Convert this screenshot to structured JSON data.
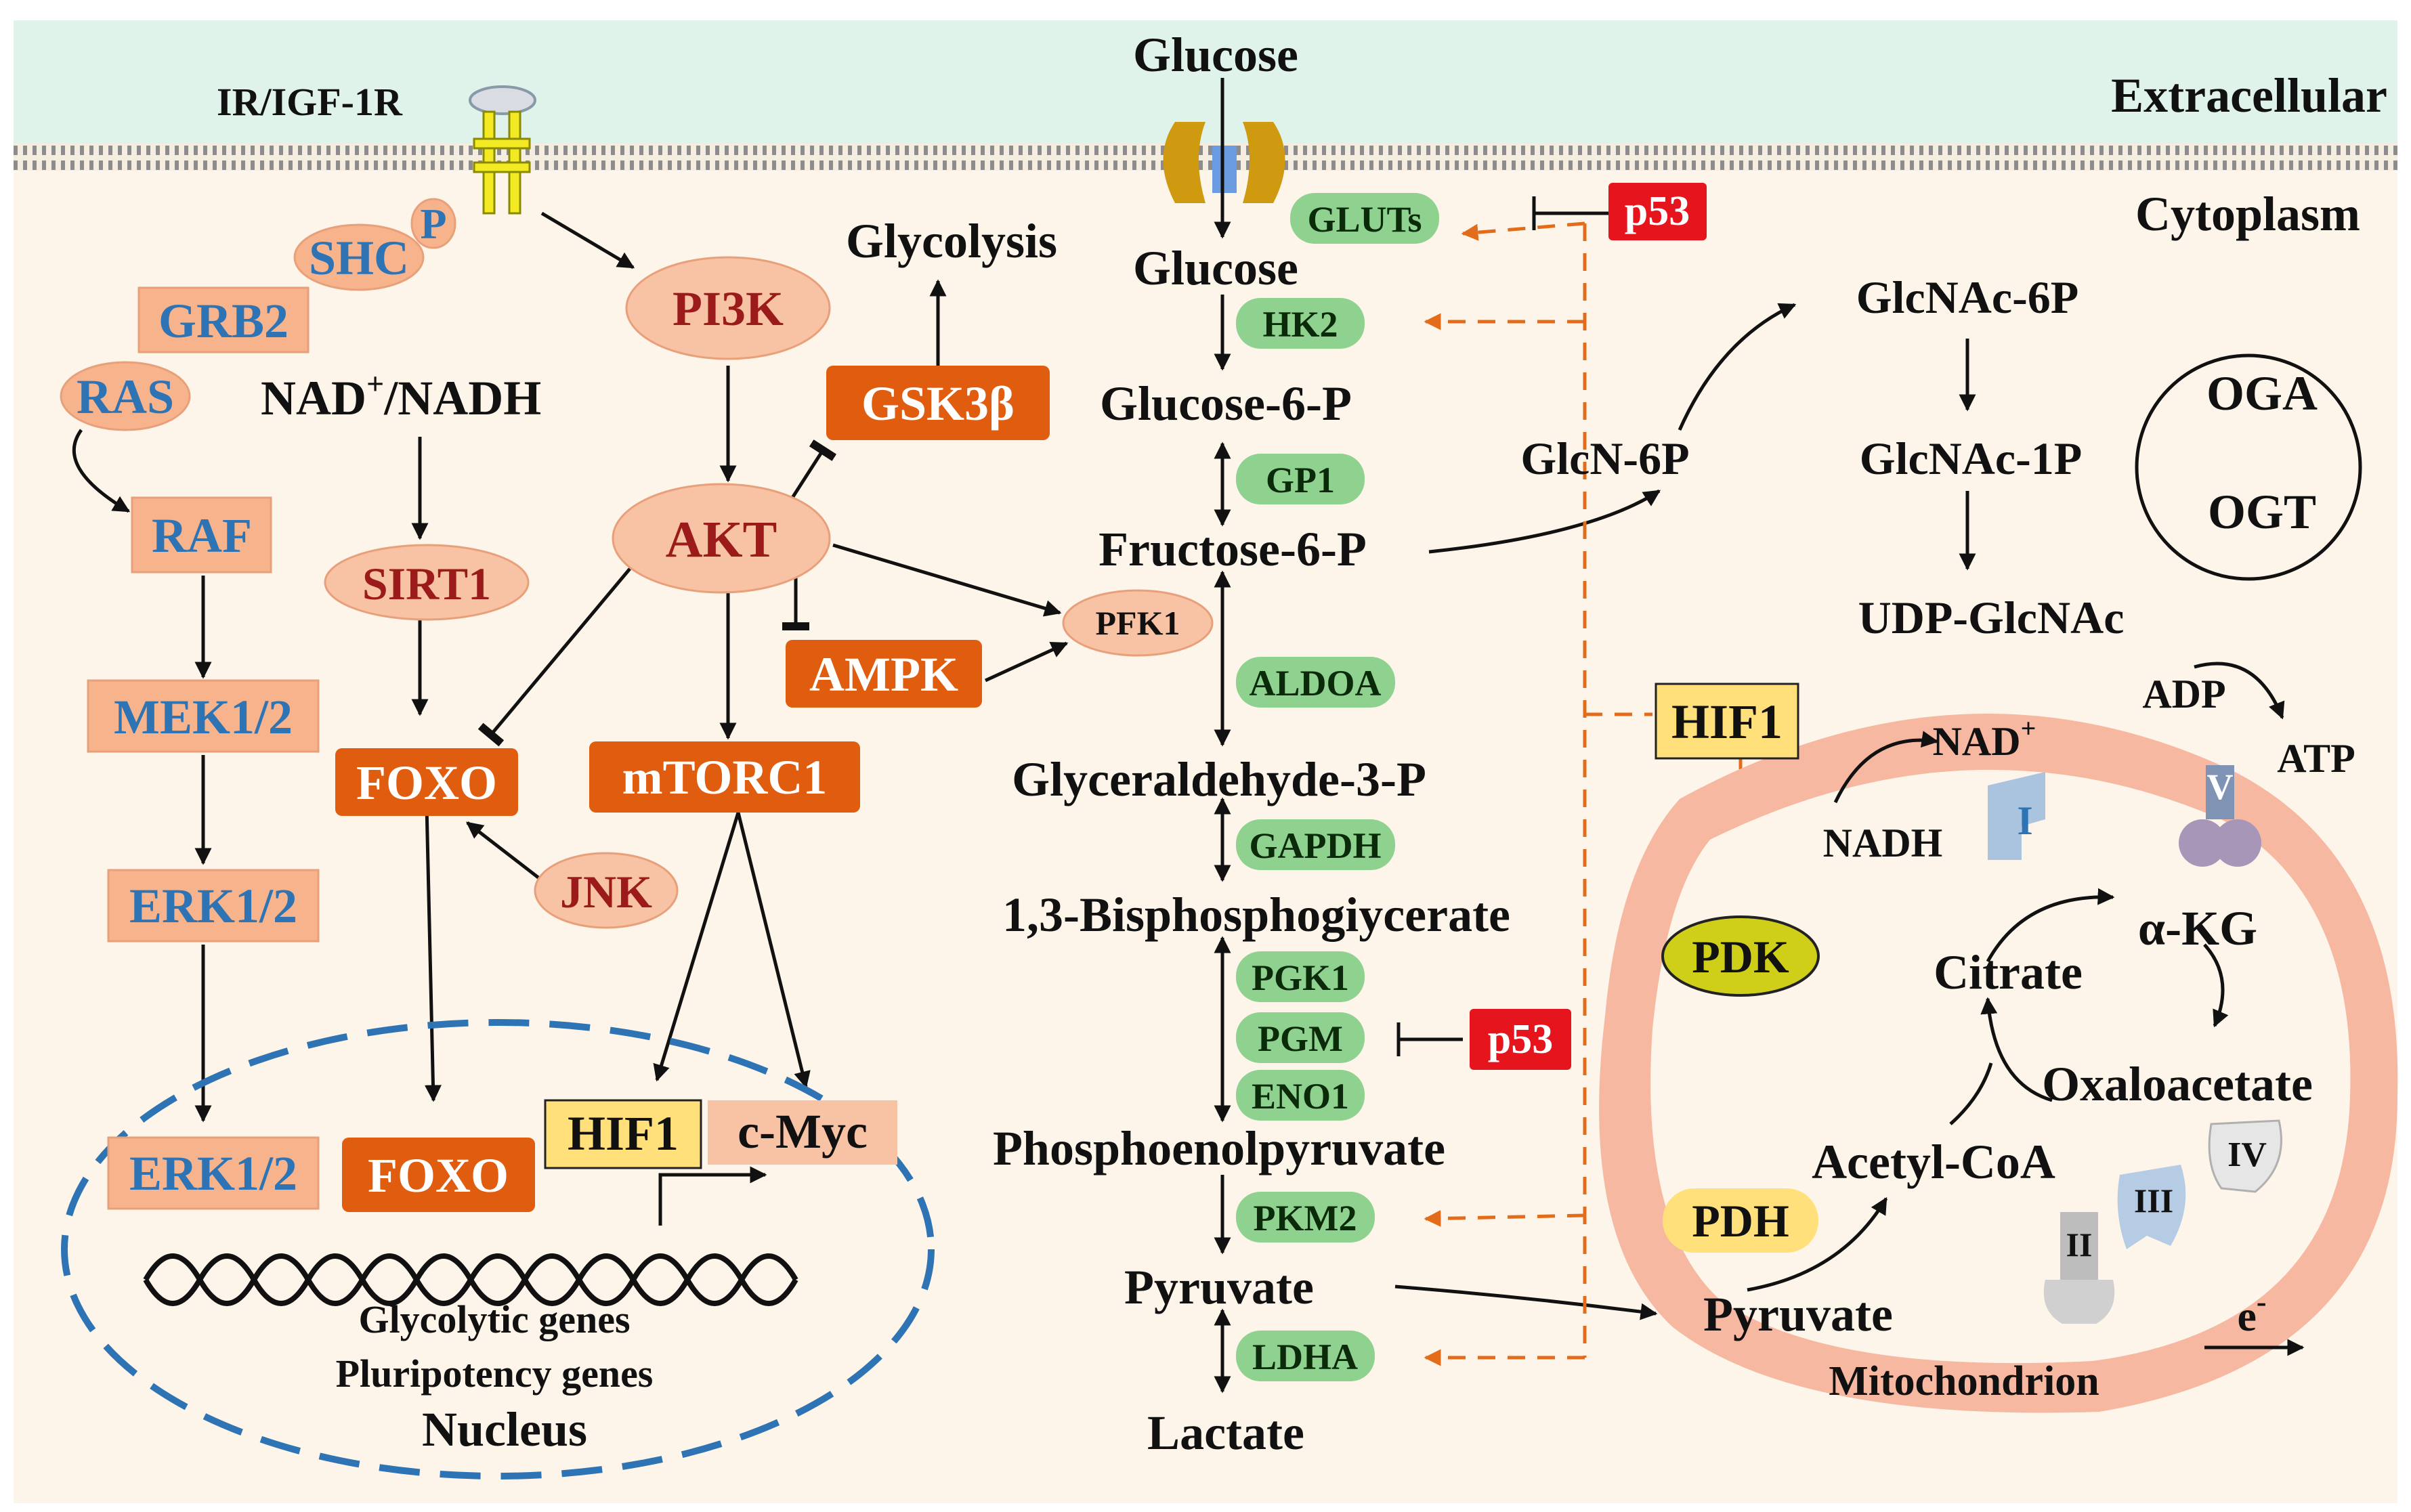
{
  "compartments": {
    "extracellular": "Extracellular",
    "cytoplasm": "Cytoplasm",
    "nucleus": "Nucleus",
    "mitochondrion": "Mitochondrion"
  },
  "receptor": {
    "label": "IR/IGF-1R"
  },
  "mapk_pathway": {
    "shc": "SHC",
    "phospho": "P",
    "grb2": "GRB2",
    "ras": "RAS",
    "raf": "RAF",
    "mek": "MEK1/2",
    "erk": "ERK1/2",
    "erk_nuclear": "ERK1/2"
  },
  "pi3k_pathway": {
    "pi3k": "PI3K",
    "akt": "AKT",
    "gsk3b": "GSK3β",
    "glycolysis": "Glycolysis",
    "ampk": "AMPK",
    "pfk1": "PFK1",
    "mtorc1": "mTORC1",
    "foxo": "FOXO",
    "foxo_nuclear": "FOXO",
    "jnk": "JNK",
    "sirt1": "SIRT1",
    "nad_base": "NAD",
    "nad_sup": "+",
    "nad_rest": "/NADH"
  },
  "nucleus_content": {
    "hif1": "HIF1",
    "cmyc": "c-Myc",
    "genes_1": "Glycolytic genes",
    "genes_2": "Pluripotency genes"
  },
  "glycolysis": {
    "glucose_out": "Glucose",
    "glucose_in": "Glucose",
    "metabolites": {
      "g6p": "Glucose-6-P",
      "f6p": "Fructose-6-P",
      "g3p": "Glyceraldehyde-3-P",
      "bpg": "1,3-Bisphosphogiycerate",
      "pep": "Phosphoenolpyruvate",
      "pyruvate": "Pyruvate",
      "lactate": "Lactate"
    },
    "enzymes": {
      "gluts": "GLUTs",
      "hk2": "HK2",
      "gp1": "GP1",
      "aldoa": "ALDOA",
      "gapdh": "GAPDH",
      "pgk1": "PGK1",
      "pgm": "PGM",
      "eno1": "ENO1",
      "pkm2": "PKM2",
      "ldha": "LDHA"
    }
  },
  "regulators": {
    "p53_top": "p53",
    "p53_mid": "p53",
    "hif1": "HIF1",
    "pdk": "PDK",
    "pdh": "PDH"
  },
  "hexosamine": {
    "glcn6p": "GlcN-6P",
    "glcnac6p": "GlcNAc-6P",
    "glcnac1p": "GlcNAc-1P",
    "udp": "UDP-GlcNAc",
    "oga": "OGA",
    "ogt": "OGT"
  },
  "mito": {
    "nadh": "NADH",
    "nad_base": "NAD",
    "nad_sup": "+",
    "adp": "ADP",
    "atp": "ATP",
    "citrate": "Citrate",
    "akg": "α-KG",
    "oaa": "Oxaloacetate",
    "acoa": "Acetyl-CoA",
    "pyruvate": "Pyruvate",
    "electron": "e",
    "electron_sup": "-",
    "complexes": {
      "c1": "I",
      "c2": "II",
      "c3": "III",
      "c4": "IV",
      "c5": "V"
    }
  },
  "colors": {
    "extracellular_bg": "#dff3ea",
    "cytoplasm_bg": "#fdf5ea",
    "blue_node": "#f7b48c",
    "blue_text": "#2e74b5",
    "salmon_node": "#f8c2a5",
    "dark_orange": "#e05c0f",
    "enzyme_green": "#8fd18f",
    "p53_red": "#e5141d",
    "hif_yellow": "#ffe07a",
    "pdk_olive": "#cfcf1a",
    "mito_orange": "#f6b8a0",
    "inhibition_dash": "#e36c1b"
  }
}
